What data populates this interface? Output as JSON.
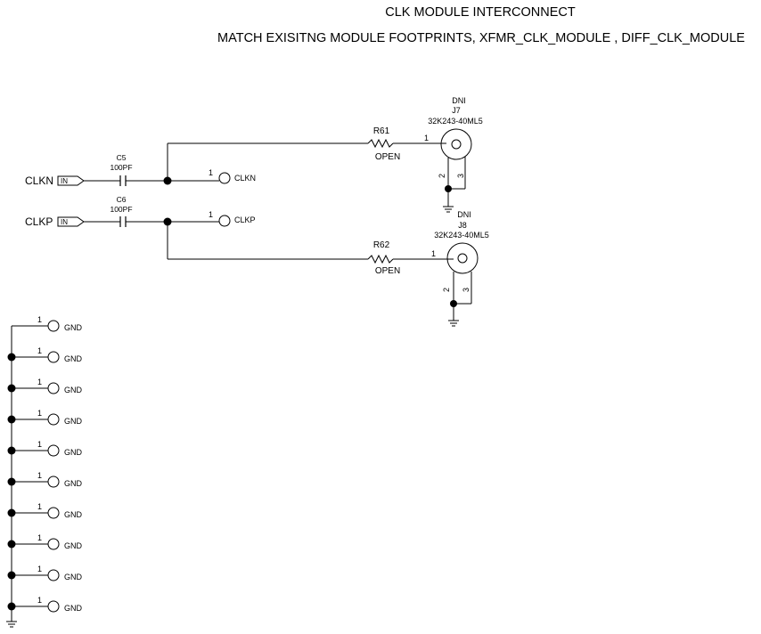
{
  "title": "CLK MODULE INTERCONNECT",
  "subtitle": "MATCH EXISITNG MODULE FOOTPRINTS, XFMR_CLK_MODULE , DIFF_CLK_MODULE",
  "inputs": {
    "clkn": {
      "name": "CLKN",
      "port": "IN"
    },
    "clkp": {
      "name": "CLKP",
      "port": "IN"
    }
  },
  "capacitors": [
    {
      "ref": "C5",
      "value": "100PF"
    },
    {
      "ref": "C6",
      "value": "100PF"
    }
  ],
  "resistors": [
    {
      "ref": "R61",
      "value": "OPEN",
      "pin": "1"
    },
    {
      "ref": "R62",
      "value": "OPEN",
      "pin": "1"
    }
  ],
  "testpoints": {
    "clkn": {
      "net": "CLKN",
      "pin": "1"
    },
    "clkp": {
      "net": "CLKP",
      "pin": "1"
    }
  },
  "connectors": [
    {
      "dni": "DNI",
      "ref": "J7",
      "part": "32K243-40ML5",
      "pin2": "2",
      "pin3": "3"
    },
    {
      "dni": "DNI",
      "ref": "J8",
      "part": "32K243-40ML5",
      "pin2": "2",
      "pin3": "3"
    }
  ],
  "gnd_testpoints": [
    {
      "pin": "1",
      "net": "GND"
    },
    {
      "pin": "1",
      "net": "GND"
    },
    {
      "pin": "1",
      "net": "GND"
    },
    {
      "pin": "1",
      "net": "GND"
    },
    {
      "pin": "1",
      "net": "GND"
    },
    {
      "pin": "1",
      "net": "GND"
    },
    {
      "pin": "1",
      "net": "GND"
    },
    {
      "pin": "1",
      "net": "GND"
    },
    {
      "pin": "1",
      "net": "GND"
    },
    {
      "pin": "1",
      "net": "GND"
    }
  ]
}
